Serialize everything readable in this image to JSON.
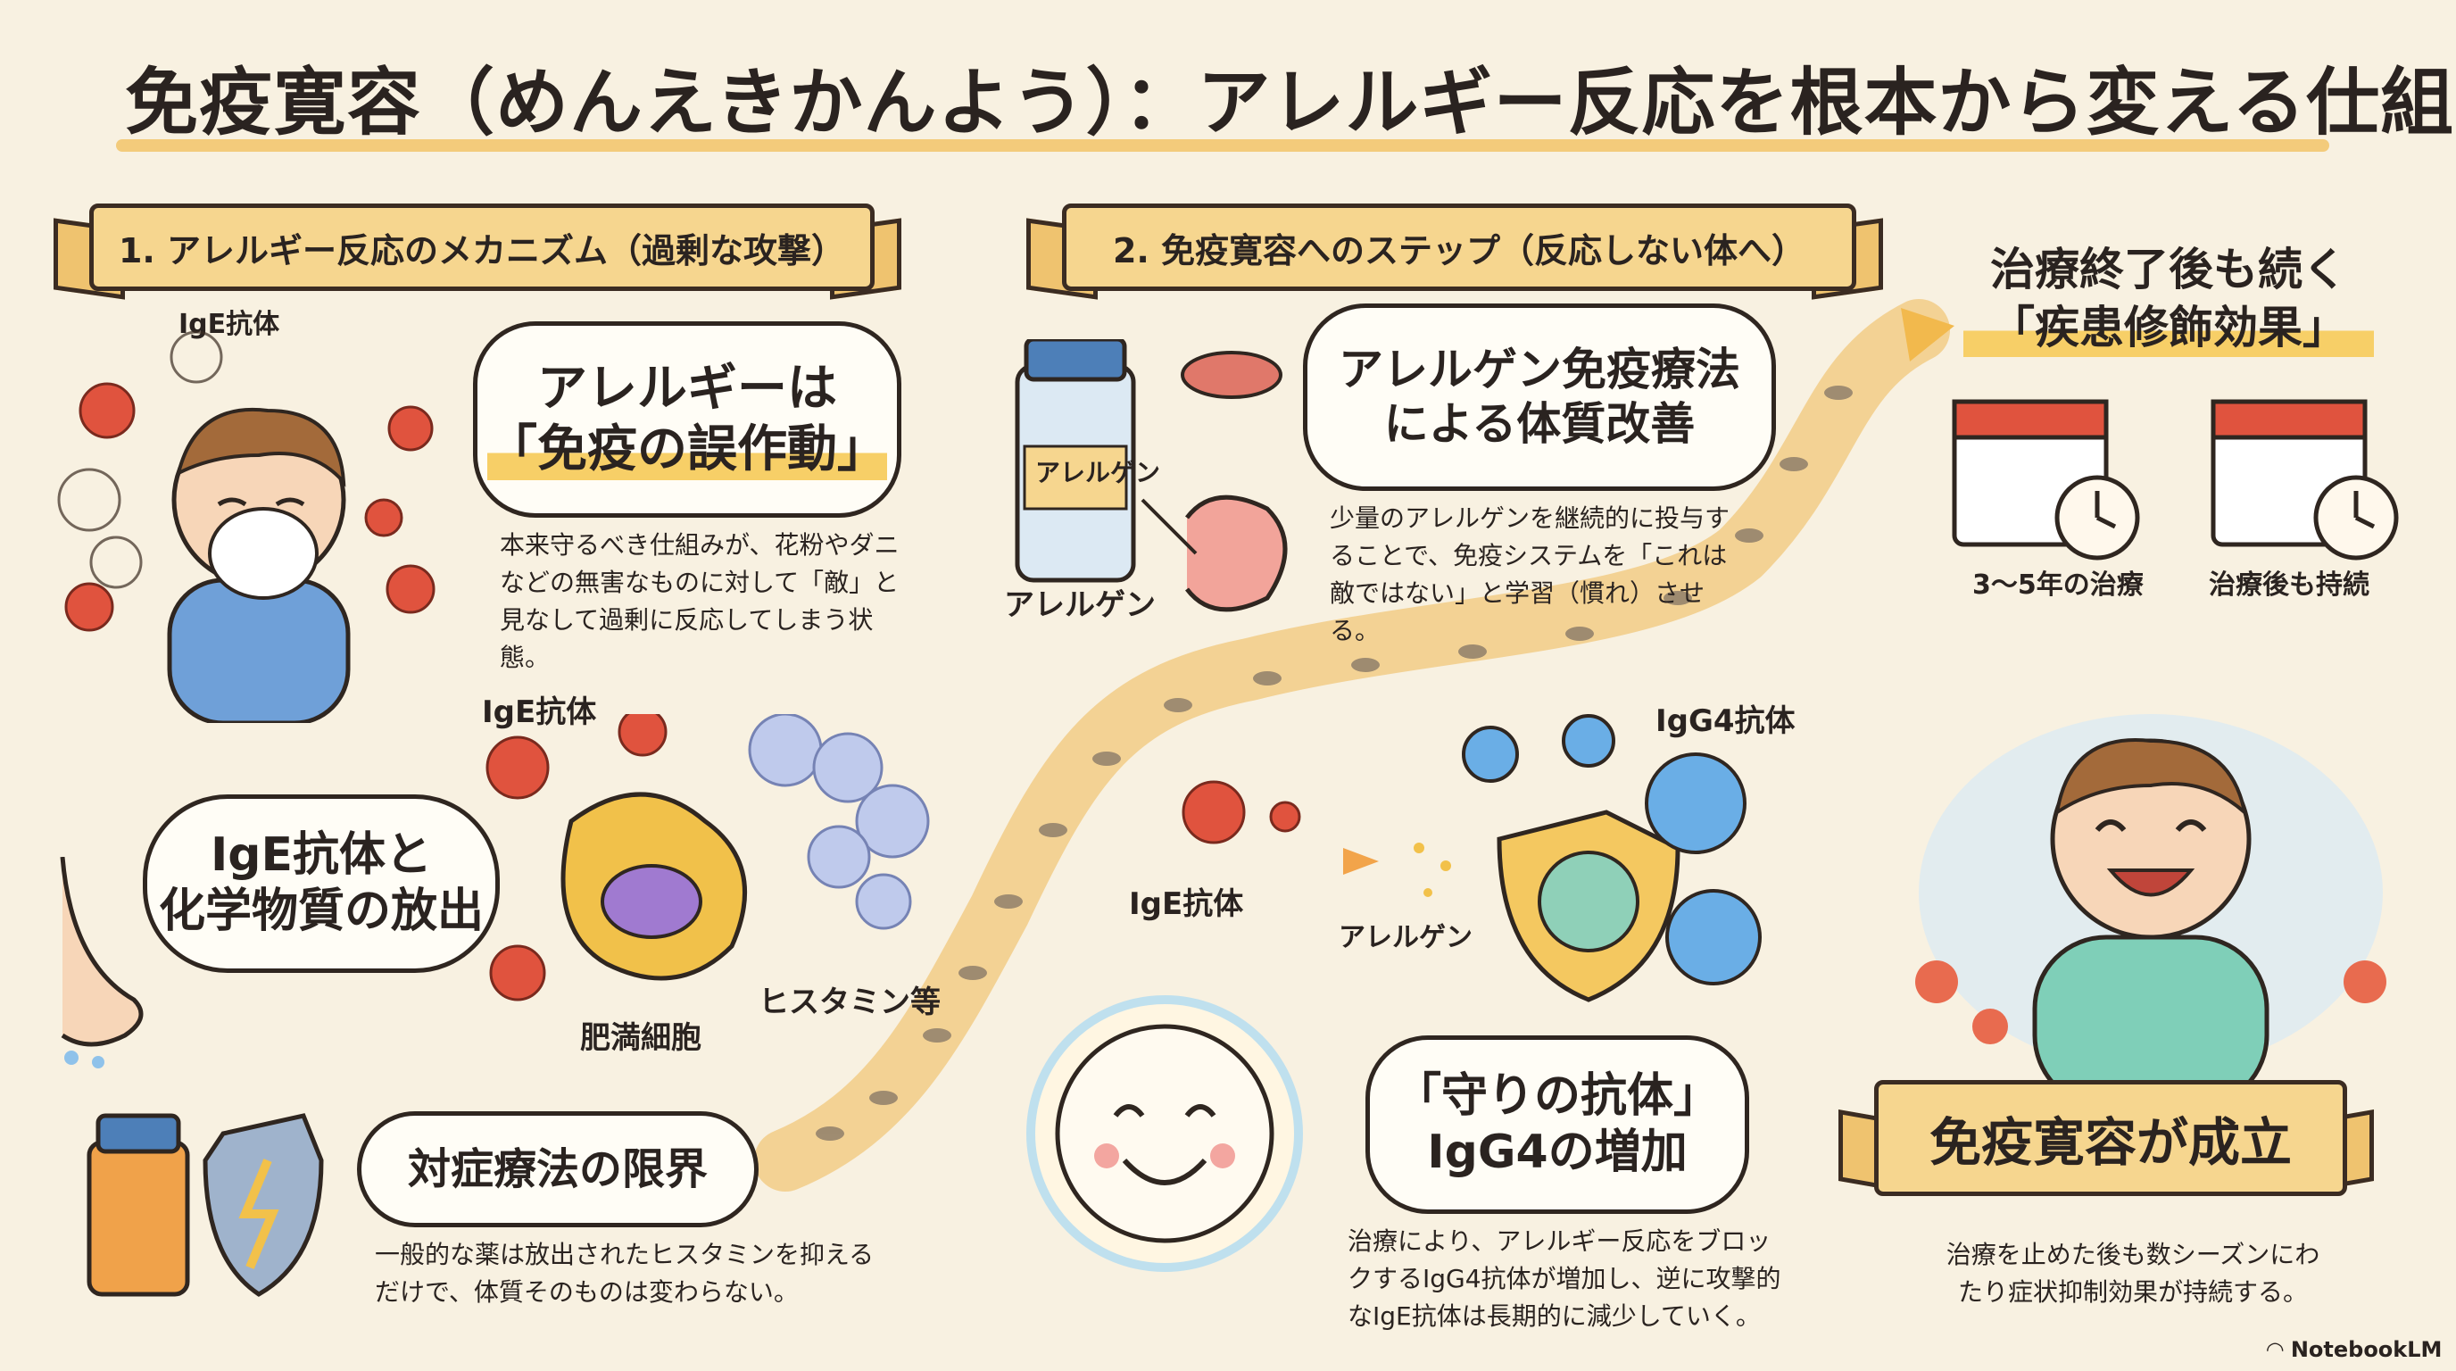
{
  "title": "免疫寛容（めんえきかんよう）：アレルギー反応を根本から変える仕組み",
  "section1": {
    "banner": "1. アレルギー反応のメカニズム（過剰な攻撃）",
    "ige_label_top": "IgE抗体",
    "bubble_line1": "アレルギーは",
    "bubble_line2": "「免疫の誤作動」",
    "desc": "本来守るべき仕組みが、花粉やダニなどの無害なものに対して「敵」と見なして過剰に反応してしまう状態。",
    "ige_label_mid": "IgE抗体",
    "release_line1": "IgE抗体と",
    "release_line2": "化学物質の放出",
    "histamine_label": "ヒスタミン等",
    "mast_cell_label": "肥満細胞",
    "limit_bubble": "対症療法の限界",
    "limit_desc": "一般的な薬は放出されたヒスタミンを抑えるだけで、体質そのものは変わらない。"
  },
  "section2": {
    "banner": "2. 免疫寛容へのステップ（反応しない体へ）",
    "bottle_label": "アレルゲン",
    "allergen_label": "アレルゲン",
    "therapy_line1": "アレルゲン免疫療法",
    "therapy_line2": "による体質改善",
    "therapy_desc": "少量のアレルゲンを継続的に投与することで、免疫システムを「これは敵ではない」と学習（慣れ）させる。",
    "igg4_label": "IgG4抗体",
    "ige_label": "IgE抗体",
    "allergen_label2": "アレルゲン",
    "igg4_bubble_line1": "「守りの抗体」",
    "igg4_bubble_line2": "IgG4の増加",
    "igg4_desc": "治療により、アレルギー反応をブロックするIgG4抗体が増加し、逆に攻撃的なIgE抗体は長期的に減少していく。"
  },
  "section3": {
    "title_line1": "治療終了後も続く",
    "title_line2": "「疾患修飾効果」",
    "cal1_label": "3〜5年の治療",
    "cal2_label": "治療後も持続",
    "success_banner": "免疫寛容が成立",
    "success_desc": "治療を止めた後も数シーズンにわたり症状抑制効果が持続する。"
  },
  "branding": "NotebookLM",
  "colors": {
    "banner": "#f6d68f",
    "highlight": "#f7cf67",
    "virus_red": "#e0533e",
    "igg4_blue": "#6aaee6",
    "path": "#f2c77a"
  }
}
